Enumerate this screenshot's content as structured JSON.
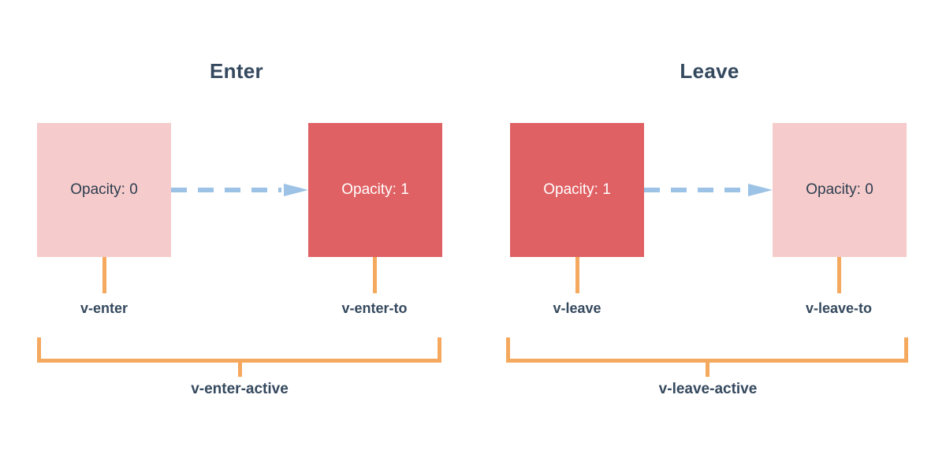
{
  "colors": {
    "background": "#ffffff",
    "box_light": "#f6cbcb",
    "box_dark": "#e06164",
    "arrow_blue": "#9cc2e5",
    "bracket_orange": "#f5a95e",
    "text_dark": "#35495e",
    "text_on_dark": "#ffffff"
  },
  "panels": [
    {
      "id": "enter",
      "title": "Enter",
      "from_box": {
        "label": "Opacity: 0",
        "style": "light",
        "state_label": "v-enter"
      },
      "to_box": {
        "label": "Opacity: 1",
        "style": "dark",
        "state_label": "v-enter-to"
      },
      "arrow": {
        "name": "dashed-arrow-right",
        "direction": "right",
        "dash_count": 5
      },
      "active_label": "v-enter-active"
    },
    {
      "id": "leave",
      "title": "Leave",
      "from_box": {
        "label": "Opacity: 1",
        "style": "dark",
        "state_label": "v-leave"
      },
      "to_box": {
        "label": "Opacity: 0",
        "style": "light",
        "state_label": "v-leave-to"
      },
      "arrow": {
        "name": "dashed-arrow-right",
        "direction": "right",
        "dash_count": 4
      },
      "active_label": "v-leave-active"
    }
  ]
}
